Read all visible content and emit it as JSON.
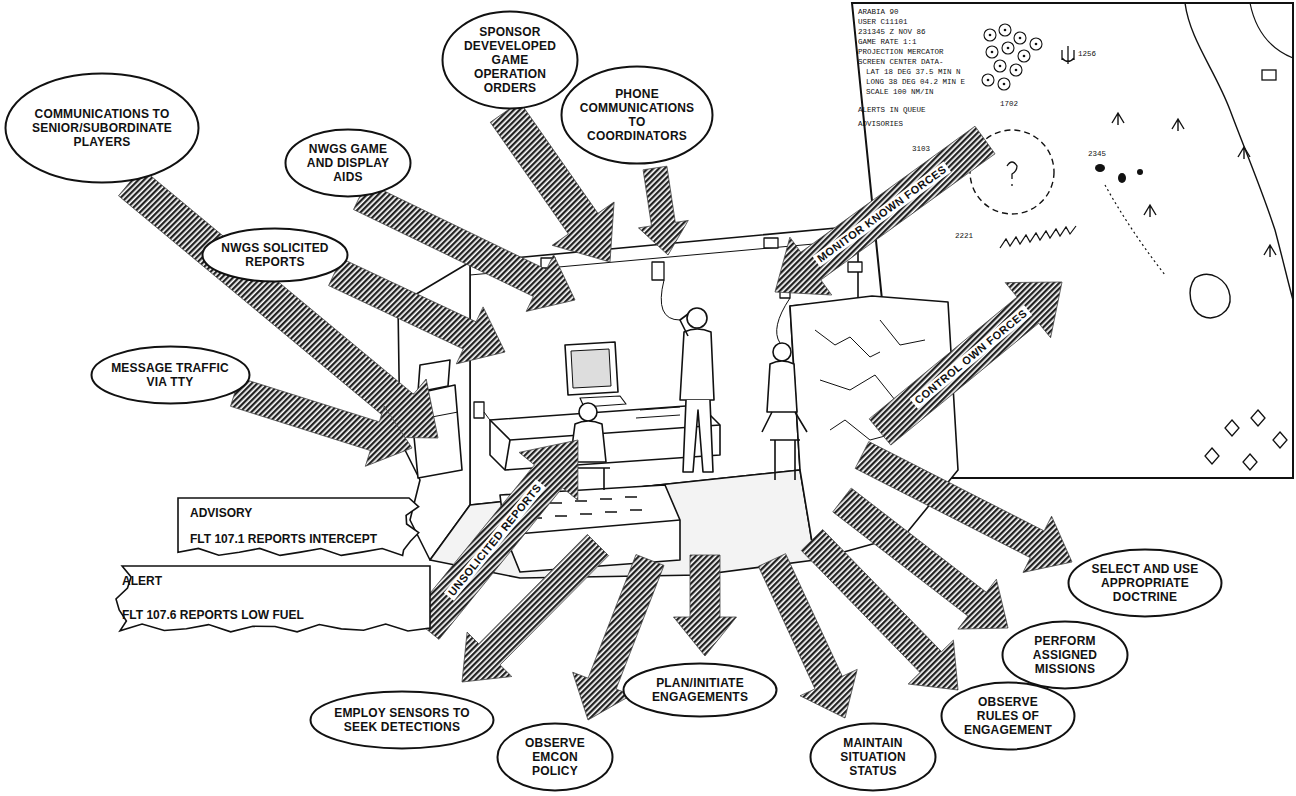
{
  "diagram": {
    "nodes": [
      {
        "text": [
          "COMMUNICATIONS TO SENIOR/SUBORDINATE PLAYERS"
        ]
      },
      {
        "text": [
          "NWGS GAME AND DISPLAY AIDS"
        ]
      },
      {
        "text": [
          "SPONSOR DEVEVELOPED GAME OPERATION ORDERS"
        ]
      },
      {
        "text": [
          "PHONE COMMUNICATIONS TO COORDINATORS"
        ]
      },
      {
        "text": [
          "NWGS SOLICITED REPORTS"
        ]
      },
      {
        "text": [
          "MESSAGE TRAFFIC VIA TTY"
        ]
      },
      {
        "text": [
          "ADVISORY",
          "FLT 107.1 REPORTS INTERCEPT"
        ]
      },
      {
        "text": [
          "ALERT",
          "FLT 107.6 REPORTS LOW FUEL"
        ]
      },
      {
        "text": [
          "SELECT AND USE APPROPRIATE DOCTRINE"
        ]
      },
      {
        "text": [
          "PERFORM ASSIGNED MISSIONS"
        ]
      },
      {
        "text": [
          "OBSERVE RULES OF ENGAGEMENT"
        ]
      },
      {
        "text": [
          "MAINTAIN SITUATION STATUS"
        ]
      },
      {
        "text": [
          "PLAN/INITIATE ENGAGEMENTS"
        ]
      },
      {
        "text": [
          "OBSERVE EMCON POLICY"
        ]
      },
      {
        "text": [
          "EMPLOY SENSORS TO SEEK DETECTIONS"
        ]
      }
    ],
    "labels": [
      "MONITOR KNOWN FORCES",
      "CONTROL OWN FORCES",
      "UNSOLICITED REPORTS",
      "ARABIA 90",
      "USER C11101",
      "231345 Z NOV 86",
      "GAME RATE 1:1",
      "PROJECTION MERCATOR",
      "SCREEN CENTER DATA-",
      "LAT 18 DEG 37.5 MIN N",
      "LONG 38 DEG 04.2 MIN E",
      "SCALE 100 NM/IN",
      "ALERTS IN QUEUE",
      "ADVISORIES",
      "1256",
      "1702",
      "2345",
      "3103",
      "2221"
    ]
  }
}
